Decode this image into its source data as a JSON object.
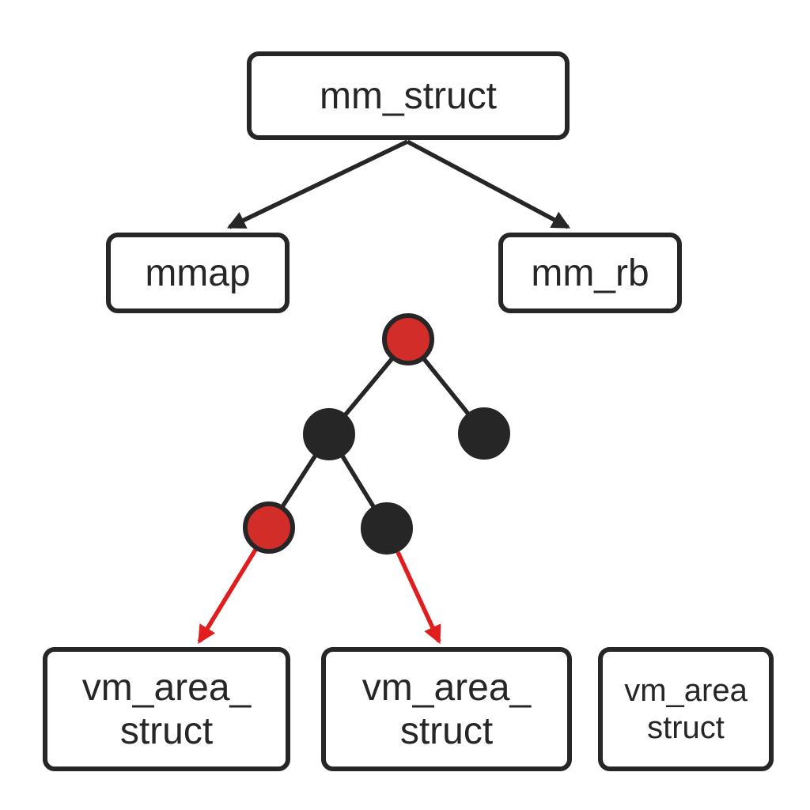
{
  "diagram": {
    "subject": "mm_struct virtual memory areas red-black tree",
    "background": "#ffffff",
    "colors": {
      "dark": "#262626",
      "node_red": "#d32d2a",
      "arrow_red": "#e11d1d",
      "box_background": "#ffffff"
    },
    "boxes": {
      "mm_struct": {
        "label": "mm_struct"
      },
      "mmap": {
        "label": "mmap"
      },
      "mm_rb": {
        "label": "mm_rb"
      },
      "vm_area_struct_1": {
        "line1": "vm_area_",
        "line2": "struct"
      },
      "vm_area_struct_2": {
        "line1": "vm_area_",
        "line2": "struct"
      },
      "vm_area_struct_3": {
        "line1": "vm_area",
        "line2": "struct"
      }
    },
    "rb_tree": {
      "kind": "red-black tree",
      "nodes": [
        {
          "id": "root",
          "color": "red"
        },
        {
          "id": "root-left",
          "color": "black"
        },
        {
          "id": "root-right",
          "color": "black"
        },
        {
          "id": "root-left-left",
          "color": "red"
        },
        {
          "id": "root-left-right",
          "color": "black"
        }
      ],
      "edges": [
        {
          "from": "root",
          "to": "root-left"
        },
        {
          "from": "root",
          "to": "root-right"
        },
        {
          "from": "root-left",
          "to": "root-left-left"
        },
        {
          "from": "root-left",
          "to": "root-left-right"
        }
      ]
    },
    "arrows": [
      {
        "from": "mm_struct",
        "to": "mmap",
        "color": "black"
      },
      {
        "from": "mm_struct",
        "to": "mm_rb",
        "color": "black"
      },
      {
        "from": "root-left-left",
        "to": "vm_area_struct_1",
        "color": "red"
      },
      {
        "from": "root-left-right",
        "to": "vm_area_struct_2",
        "color": "red"
      }
    ]
  }
}
